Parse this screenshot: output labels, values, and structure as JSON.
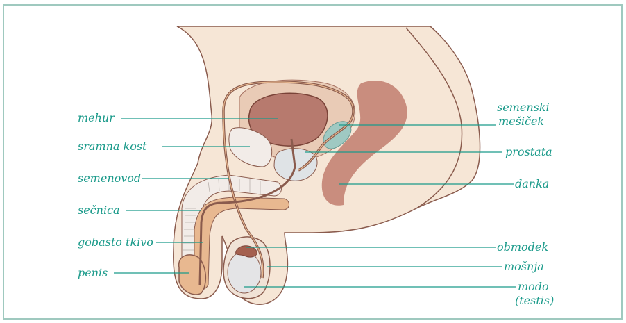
{
  "labels": {
    "left": [
      {
        "id": "mehur",
        "text": "mehur"
      },
      {
        "id": "sramna_kost",
        "text": "sramna kost"
      },
      {
        "id": "semenovod",
        "text": "semenovod"
      },
      {
        "id": "secnica",
        "text": "sečnica"
      },
      {
        "id": "gobasto_tkivo",
        "text": "gobasto tkivo"
      },
      {
        "id": "penis",
        "text": "penis"
      }
    ],
    "right": [
      {
        "id": "semenski_1",
        "text": "semenski"
      },
      {
        "id": "semenski_2",
        "text": "mešiček"
      },
      {
        "id": "prostata",
        "text": "prostata"
      },
      {
        "id": "danka",
        "text": "danka"
      },
      {
        "id": "obmodek",
        "text": "obmodek"
      },
      {
        "id": "mosnja",
        "text": "mošnja"
      },
      {
        "id": "modo_1",
        "text": "modo"
      },
      {
        "id": "modo_2",
        "text": "(testis)"
      }
    ]
  },
  "colors": {
    "frame": "#9fc9bf",
    "label_text": "#1a9a8a",
    "leader": "#1a9a8a",
    "skin": "#f6e6d6",
    "skin_dark": "#e9cbb6",
    "bladder": "#b77a6e",
    "tube": "#9b5a4b",
    "rectum": "#c98d7e",
    "bone": "#f2ece8",
    "prostate": "#dfe3e6",
    "vesicle": "#9fc9c2"
  }
}
